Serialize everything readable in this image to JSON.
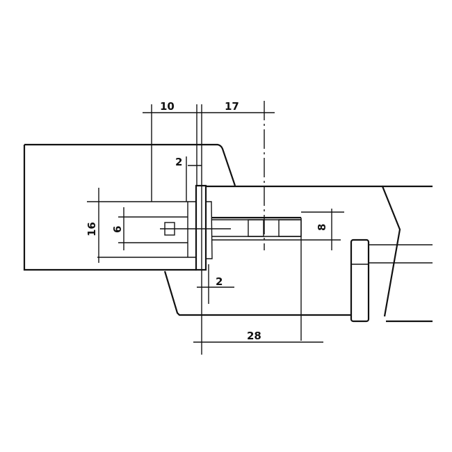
{
  "dimensions": {
    "top_left_width": "10",
    "top_right_width": "17",
    "upper_gap": "2",
    "left_height": "16",
    "bore_diameter": "6",
    "pin_diameter": "8",
    "lower_gap": "2",
    "pin_length": "28"
  },
  "colors": {
    "line": "#111111",
    "background": "#ffffff"
  }
}
